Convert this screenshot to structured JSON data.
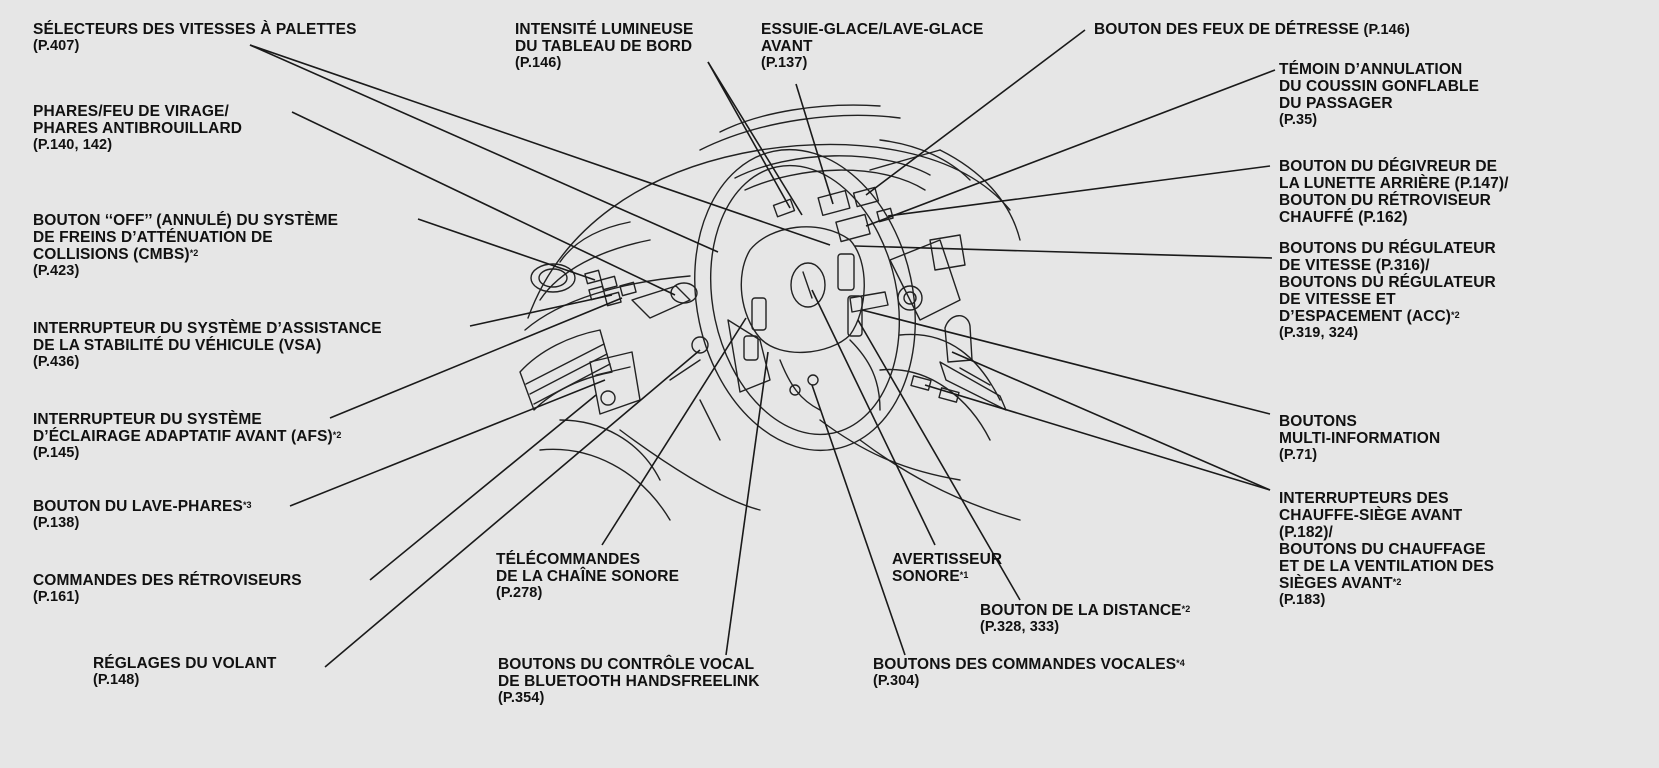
{
  "labels": {
    "l01": {
      "lines": [
        "SÉLECTEURS DES VITESSES À PALETTES"
      ],
      "page": "(P.407)"
    },
    "l02": {
      "lines": [
        "PHARES/FEU DE VIRAGE/",
        "PHARES ANTIBROUILLARD"
      ],
      "page": "(P.140, 142)"
    },
    "l03": {
      "lines": [
        "BOUTON ‘‘OFF’’ (ANNULÉ) DU SYSTÈME",
        "DE FREINS D’ATTÉNUATION DE",
        "COLLISIONS (CMBS)"
      ],
      "note": "*2",
      "page": "(P.423)"
    },
    "l04": {
      "lines": [
        "INTERRUPTEUR DU SYSTÈME D’ASSISTANCE",
        "DE LA STABILITÉ DU VÉHICULE (VSA)"
      ],
      "page": "(P.436)"
    },
    "l05": {
      "lines": [
        "INTERRUPTEUR DU SYSTÈME",
        "D’ÉCLAIRAGE ADAPTATIF AVANT (AFS)"
      ],
      "note": "*2",
      "page": "(P.145)"
    },
    "l06": {
      "lines": [
        "BOUTON DU LAVE-PHARES"
      ],
      "note": "*3",
      "page": "(P.138)"
    },
    "l07": {
      "lines": [
        "COMMANDES DES RÉTROVISEURS"
      ],
      "page": "(P.161)"
    },
    "l08": {
      "lines": [
        "RÉGLAGES DU VOLANT"
      ],
      "page": "(P.148)"
    },
    "l09": {
      "lines": [
        "INTENSITÉ LUMINEUSE",
        "DU TABLEAU DE BORD"
      ],
      "page": "(P.146)"
    },
    "l10": {
      "lines": [
        "ESSUIE-GLACE/LAVE-GLACE",
        "AVANT"
      ],
      "page": "(P.137)"
    },
    "l11": {
      "lines": [
        "BOUTON DES FEUX DE DÉTRESSE"
      ],
      "page_inline": "(P.146)"
    },
    "l12": {
      "lines": [
        "TÉMOIN D’ANNULATION",
        "DU COUSSIN GONFLABLE",
        "DU PASSAGER"
      ],
      "page": "(P.35)"
    },
    "l13": {
      "lines": [
        "BOUTON DU DÉGIVREUR DE",
        "LA LUNETTE ARRIÈRE (P.147)/",
        "BOUTON DU RÉTROVISEUR",
        "CHAUFFÉ (P.162)"
      ]
    },
    "l14": {
      "lines": [
        "BOUTONS DU RÉGULATEUR",
        "DE VITESSE (P.316)/",
        "BOUTONS DU RÉGULATEUR",
        "DE VITESSE ET",
        "D’ESPACEMENT (ACC)"
      ],
      "note": "*2",
      "page": "(P.319, 324)"
    },
    "l15": {
      "lines": [
        "BOUTONS",
        "MULTI-INFORMATION"
      ],
      "page": "(P.71)"
    },
    "l16": {
      "lines": [
        "INTERRUPTEURS DES",
        "CHAUFFE-SIÈGE AVANT",
        "(P.182)/",
        "BOUTONS DU CHAUFFAGE",
        "ET DE LA VENTILATION DES",
        "SIÈGES AVANT"
      ],
      "note": "*2",
      "page": "(P.183)"
    },
    "l17": {
      "lines": [
        "TÉLÉCOMMANDES",
        "DE LA CHAÎNE SONORE"
      ],
      "page": "(P.278)"
    },
    "l18": {
      "lines": [
        "AVERTISSEUR",
        "SONORE"
      ],
      "note": "*1"
    },
    "l19": {
      "lines": [
        "BOUTON DE LA DISTANCE"
      ],
      "note": "*2",
      "page": "(P.328, 333)"
    },
    "l20": {
      "lines": [
        "BOUTONS DU CONTRÔLE VOCAL",
        "DE BLUETOOTH HANDSFREELINK"
      ],
      "page": "(P.354)"
    },
    "l21": {
      "lines": [
        "BOUTONS DES COMMANDES VOCALES"
      ],
      "note": "*4",
      "page": "(P.304)"
    }
  },
  "colors": {
    "background": "#e6e6e6",
    "ink": "#111111",
    "line": "#1a1a1a"
  }
}
